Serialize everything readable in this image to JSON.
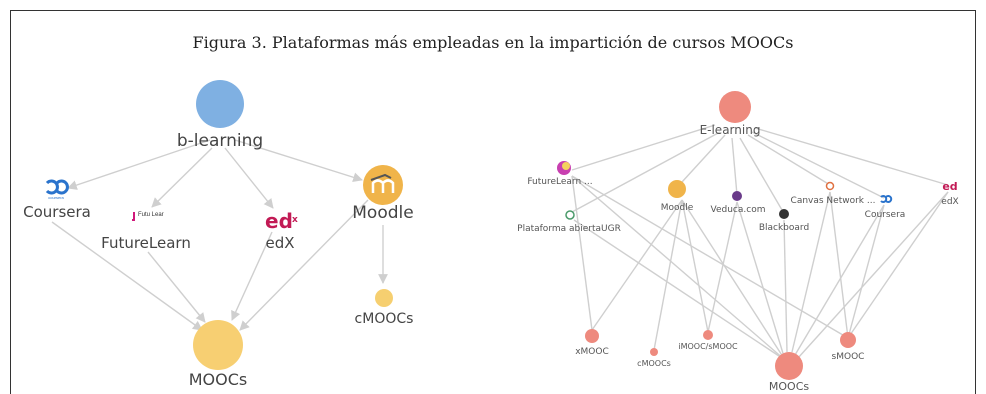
{
  "caption": "Figura 3. Plataformas más empleadas en la impartición de cursos MOOCs",
  "left_graph": {
    "nodes": {
      "blearning": "b-learning",
      "coursera": "Coursera",
      "coursera_logo": "coursera",
      "futurelearn": "FutureLearn",
      "futurelearn_logo": "Futu Lear",
      "edx": "edX",
      "moodle": "Moodle",
      "cmoocs": "cMOOCs",
      "moocs": "MOOCs"
    },
    "colors": {
      "blearning": "#7fb0e2",
      "moodle": "#f0b44a",
      "moocs": "#f7cf72",
      "cmoocs": "#f6cf70"
    }
  },
  "right_graph": {
    "nodes": {
      "elearning": "E-learning",
      "futurelearn": "FutureLearn ...",
      "moodle": "Moodle",
      "veduca": "Veduca.com",
      "canvas": "Canvas Network ...",
      "coursera": "Coursera",
      "edx": "edX",
      "blackboard": "Blackboard",
      "ugr": "Plataforma abiertaUGR",
      "xmooc": "xMOOC",
      "cmoocs": "cMOOCs",
      "imooc": "iMOOC/sMOOC",
      "moocs": "MOOCs",
      "smooc": "sMOOC"
    },
    "colors": {
      "node": "#ee8a7e"
    }
  }
}
